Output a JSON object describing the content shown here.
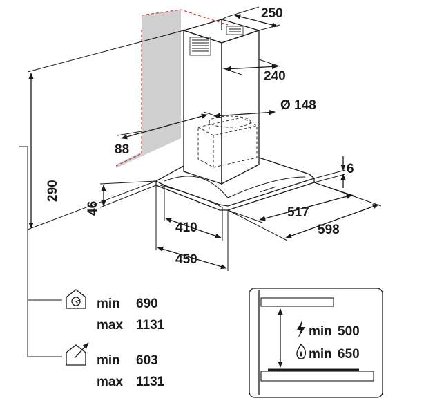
{
  "dimensions": {
    "chimney_width": "250",
    "chimney_depth": "240",
    "outlet_diameter": "Ø 148",
    "outlet_offset": "88",
    "total_height": "290",
    "body_height": "46",
    "glass_thickness": "6",
    "body_width": "517",
    "overall_width": "598",
    "body_depth": "410",
    "overall_depth": "450"
  },
  "installation": {
    "recirculation": {
      "icon": "house-recirculation-icon",
      "min_label": "min",
      "min_value": "690",
      "max_label": "max",
      "max_value": "1131"
    },
    "extraction": {
      "icon": "house-extraction-icon",
      "min_label": "min",
      "min_value": "603",
      "max_label": "max",
      "max_value": "1131"
    }
  },
  "hob_clearance": {
    "electric": {
      "icon": "lightning-icon",
      "label": "min",
      "value": "500"
    },
    "gas": {
      "icon": "flame-icon",
      "label": "min",
      "value": "650"
    }
  },
  "colors": {
    "line": "#1a1a1a",
    "wall": "#cfcfcf",
    "hidden_edge": "#d2232a"
  }
}
